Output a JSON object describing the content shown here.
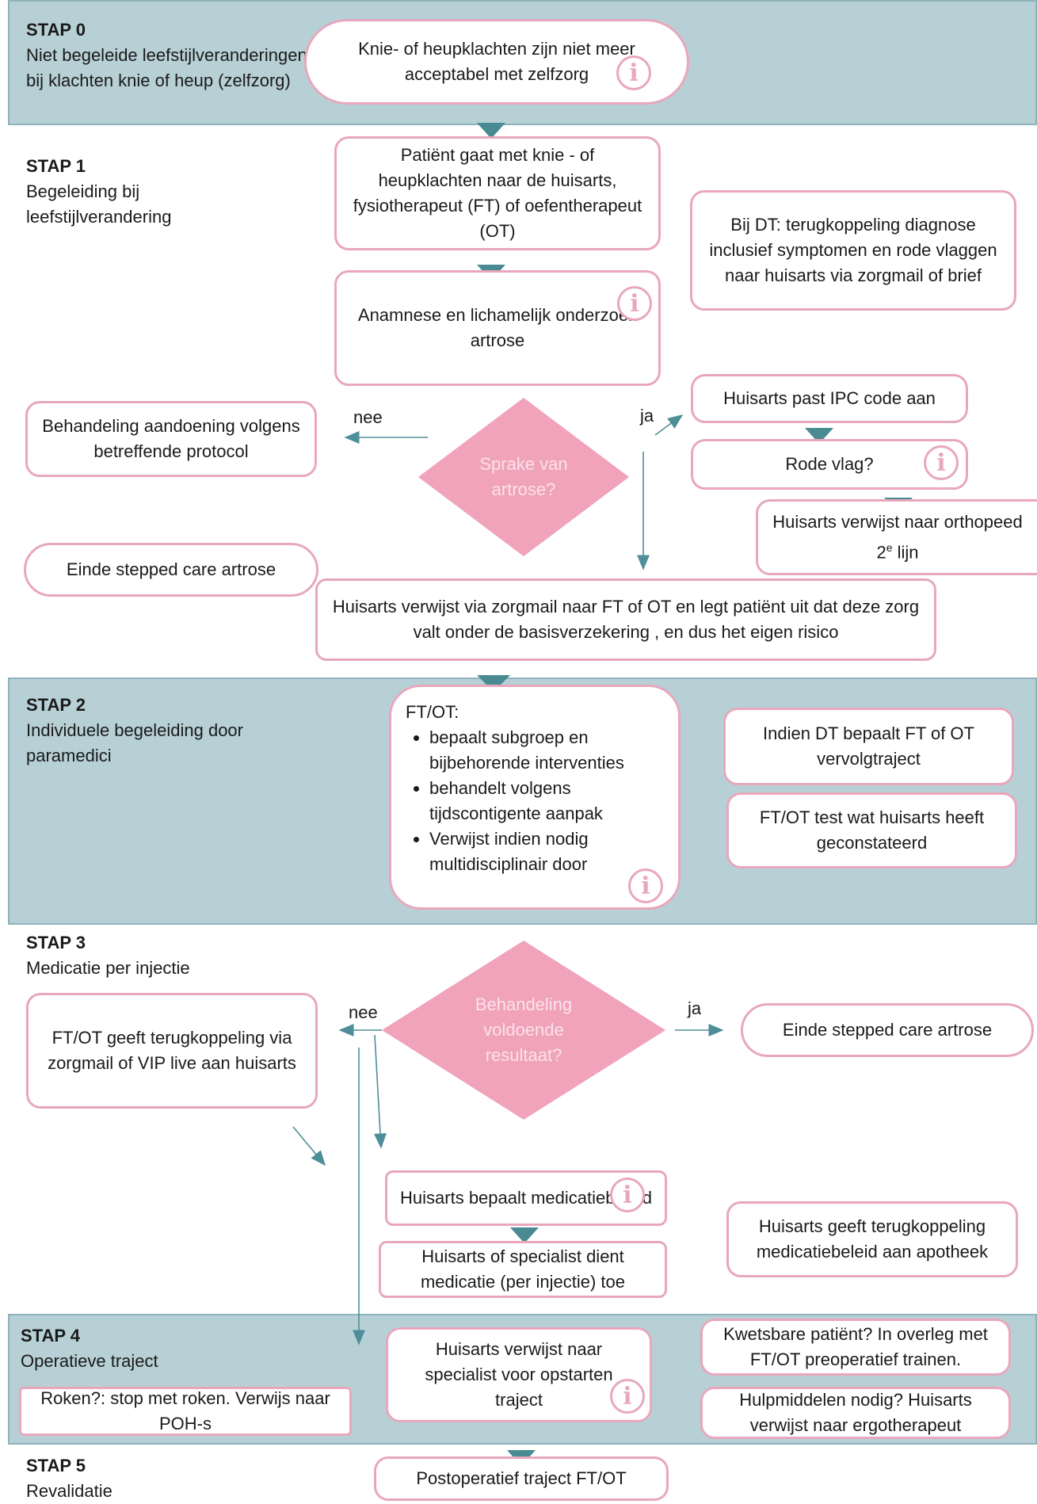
{
  "steps": [
    {
      "num": "STAP 0",
      "text": "Niet begeleide leefstijlveranderingen bij klachten knie of heup (zelfzorg)"
    },
    {
      "num": "STAP 1",
      "text": "Begeleiding bij leefstijlverandering"
    },
    {
      "num": "STAP 2",
      "text": "Individuele begeleiding door paramedici"
    },
    {
      "num": "STAP 3",
      "text": "Medicatie per injectie"
    },
    {
      "num": "STAP 4",
      "text": "Operatieve traject"
    },
    {
      "num": "STAP 5",
      "text": "Revalidatie"
    }
  ],
  "nodes": {
    "start": "Knie- of heupklachten zijn niet meer acceptabel met zelfzorg",
    "patient_visit": "Patiënt gaat met knie - of heupklachten naar de huisarts, fysiotherapeut (FT) of oefentherapeut (OT)",
    "dt_feedback": "Bij DT: terugkoppeling diagnose inclusief symptomen en rode vlaggen naar huisarts via zorgmail of brief",
    "anamnese": "Anamnese en lichamelijk onderzoek artrose",
    "other_protocol": "Behandeling aandoening volgens betreffende protocol",
    "decision_artrose": "Sprake van artrose?",
    "ipc_code": "Huisarts past IPC code aan",
    "red_flag": "Rode vlag?",
    "refer_orthopedic_pre": "Huisarts verwijst naar orthopeed 2",
    "refer_orthopedic_sup": "e",
    "refer_orthopedic_post": " lijn",
    "end_1": "Einde stepped care artrose",
    "refer_ft_ot": "Huisarts verwijst via zorgmail naar FT of OT en legt patiënt uit dat deze zorg valt onder de basisverzekering , en dus het eigen risico",
    "ftot_title": "FT/OT:",
    "ftot_items": [
      "bepaalt subgroep en bijbehorende interventies",
      "behandelt volgens tijdscontigente aanpak",
      "Verwijst indien nodig multidisciplinair door"
    ],
    "dt_followup": "Indien DT bepaalt FT of OT vervolgtraject",
    "ftot_test": "FT/OT test wat huisarts heeft geconstateerd",
    "decision_result": "Behandeling voldoende resultaat?",
    "end_2": "Einde stepped care artrose",
    "ftot_feedback": "FT/OT geeft terugkoppeling via zorgmail of VIP live aan huisarts",
    "medication_policy": "Huisarts bepaalt medicatiebeleid",
    "medication_admin": "Huisarts of specialist dient medicatie (per injectie) toe",
    "pharmacy_feedback": "Huisarts geeft terugkoppeling medicatiebeleid aan apotheek",
    "smoking": "Roken?: stop met roken. Verwijs naar POH-s",
    "refer_specialist": "Huisarts verwijst naar specialist voor opstarten traject",
    "vulnerable": "Kwetsbare patiënt? In overleg met FT/OT preoperatief trainen.",
    "aids": "Hulpmiddelen nodig? Huisarts verwijst naar ergotherapeut",
    "postop": "Postoperatief traject FT/OT"
  },
  "labels": {
    "no_1": "nee",
    "yes_1": "ja",
    "no_2": "nee",
    "yes_2": "ja"
  },
  "info_symbol": "i",
  "colors": {
    "band": "#b7d0d6",
    "box_border": "#e8a7bd",
    "diamond": "#f0a3ba",
    "arrow": "#4e8e98",
    "arrowhead": "#4a8a93"
  }
}
